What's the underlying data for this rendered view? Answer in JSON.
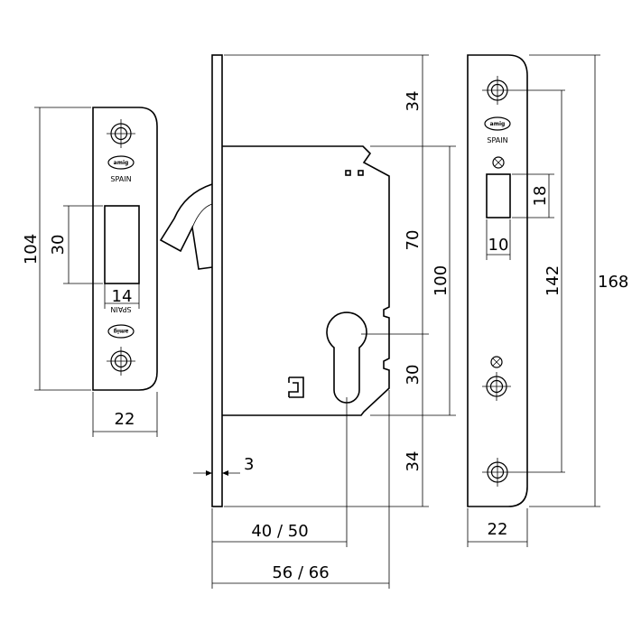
{
  "strike_plate": {
    "brand": "amig",
    "origin": "SPAIN",
    "origin_inverted": "SPAIN",
    "dim_height": "104",
    "dim_slot_height": "30",
    "dim_slot_width": "14",
    "dim_width": "22"
  },
  "lock_body": {
    "dim_top": "34",
    "dim_upper": "70",
    "dim_total_mid": "100",
    "dim_lower": "30",
    "dim_bottom": "34",
    "dim_faceplate": "3",
    "dim_backset": "40 / 50",
    "dim_depth": "56 / 66"
  },
  "front_plate": {
    "brand": "amig",
    "origin": "SPAIN",
    "dim_slot_height": "18",
    "dim_slot_width": "10",
    "dim_screw_span": "142",
    "dim_total_height": "168",
    "dim_width": "22"
  }
}
